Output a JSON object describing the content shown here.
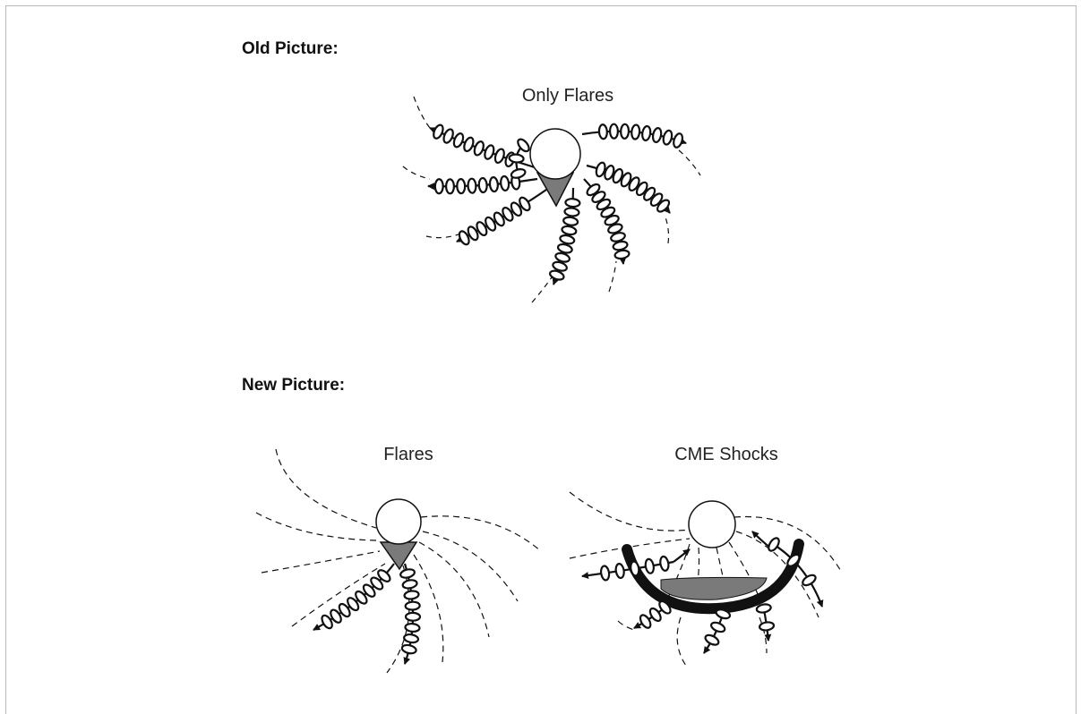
{
  "sections": {
    "old_title": "Old Picture:",
    "new_title": "New Picture:"
  },
  "panels": {
    "old": {
      "label": "Only Flares"
    },
    "new_left": {
      "label": "Flares"
    },
    "new_right": {
      "label": "CME Shocks"
    }
  },
  "colors": {
    "ink": "#111111",
    "shaded_region": "#7a7a7a",
    "sun_fill": "#ffffff",
    "frame": "#b8b8b8"
  }
}
